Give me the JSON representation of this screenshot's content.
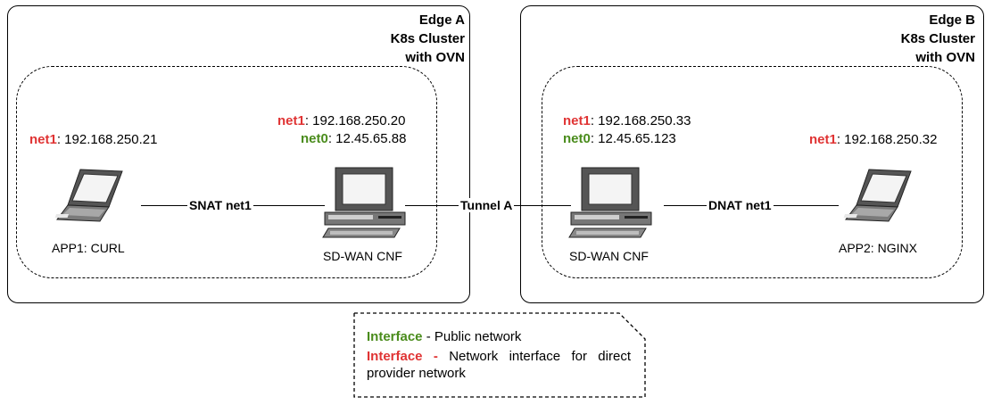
{
  "edge_a": {
    "title_line1": "Edge A",
    "title_line2": "K8s Cluster",
    "title_line3": "with OVN",
    "app": {
      "net1_label": "net1",
      "net1_value": ": 192.168.250.21",
      "caption": "APP1: CURL"
    },
    "cnf": {
      "net1_label": "net1",
      "net1_value": ": 192.168.250.20",
      "net0_label": "net0",
      "net0_value": ": 12.45.65.88",
      "caption": "SD-WAN CNF"
    },
    "link_label": "SNAT net1"
  },
  "edge_b": {
    "title_line1": "Edge B",
    "title_line2": "K8s Cluster",
    "title_line3": "with OVN",
    "cnf": {
      "net1_label": "net1",
      "net1_value": ": 192.168.250.33",
      "net0_label": "net0",
      "net0_value": ": 12.45.65.123",
      "caption": "SD-WAN CNF"
    },
    "app": {
      "net1_label": "net1",
      "net1_value": ": 192.168.250.32",
      "caption": "APP2: NGINX"
    },
    "link_label": "DNAT net1"
  },
  "tunnel_label": "Tunnel A",
  "legend": {
    "public_label": "Interface",
    "public_text": " - Public network",
    "provider_label": "Interface -",
    "provider_text": " Network interface for direct provider network"
  },
  "colors": {
    "provider_red": "#e03434",
    "public_green": "#4a8c1c"
  },
  "icons": [
    "laptop-icon",
    "desktop-computer-icon"
  ]
}
